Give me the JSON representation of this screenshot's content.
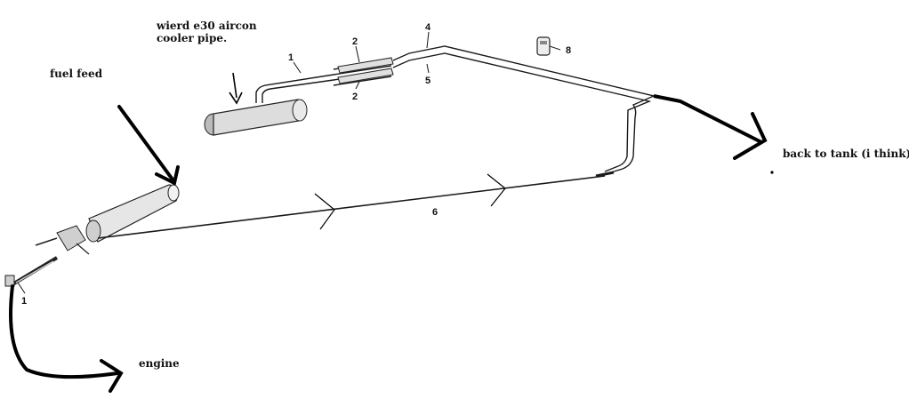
{
  "annotations": {
    "cooler_pipe_line1": "wierd e30 aircon",
    "cooler_pipe_line2": "cooler pipe.",
    "fuel_feed": "fuel feed",
    "back_to_tank": "back to tank (i think)",
    "engine": "engine"
  },
  "callouts": {
    "c1_top": "1",
    "c2_upper": "2",
    "c2_lower": "2",
    "c4": "4",
    "c5": "5",
    "c6": "6",
    "c8": "8",
    "c1_bottom": "1"
  },
  "colors": {
    "line": "#1a1a1a",
    "arrow": "#000000",
    "part_shade": "#d9d9d9"
  }
}
